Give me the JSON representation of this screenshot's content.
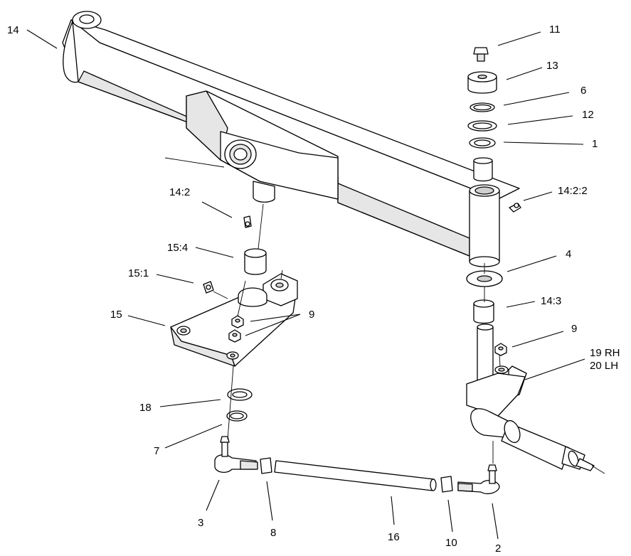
{
  "callouts": {
    "c14": "14",
    "c11": "11",
    "c13": "13",
    "c6": "6",
    "c12": "12",
    "c1": "1",
    "c14_2_2": "14:2:2",
    "c14_2": "14:2",
    "c15_4": "15:4",
    "c4": "4",
    "c15_1": "15:1",
    "c9_a": "9",
    "c14_3": "14:3",
    "c15": "15",
    "c9_b": "9",
    "c19": "19 RH",
    "c20": "20 LH",
    "c18": "18",
    "c7": "7",
    "c3": "3",
    "c8": "8",
    "c16": "16",
    "c10": "10",
    "c2": "2"
  }
}
